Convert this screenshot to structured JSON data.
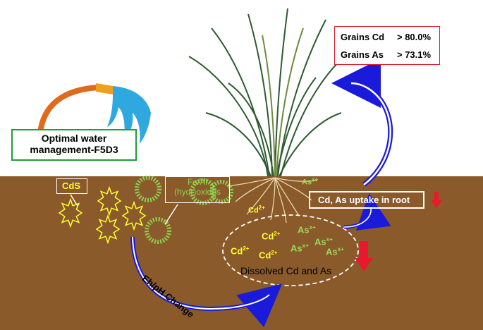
{
  "water": {
    "label_line1": "Optimal water",
    "label_line2": "management-F5D3"
  },
  "grains": {
    "cd_label": "Grains Cd",
    "cd_value": "> 80.0%",
    "as_label": "Grains As",
    "as_value": "> 73.1%"
  },
  "labels": {
    "cds": "CdS",
    "feal_line1": "Fe/Al",
    "feal_line2": "(hydr)oxides",
    "uptake": "Cd, As uptake in root",
    "dissolved": "Dissolved Cd and As",
    "eh": "Eh/pH Change"
  },
  "ions": {
    "cd": "Cd",
    "cd_charge": "2+",
    "as": "As",
    "as_charge": "x+"
  },
  "colors": {
    "soil": "#8a5a2b",
    "arrow_blue": "#1a1adb",
    "down_arrow": "#e8192c",
    "grains_border": "#e8192c",
    "water_border": "#1f9e3a",
    "cds_star": "#ffff33",
    "oxide_ring": "#8fd14f"
  }
}
